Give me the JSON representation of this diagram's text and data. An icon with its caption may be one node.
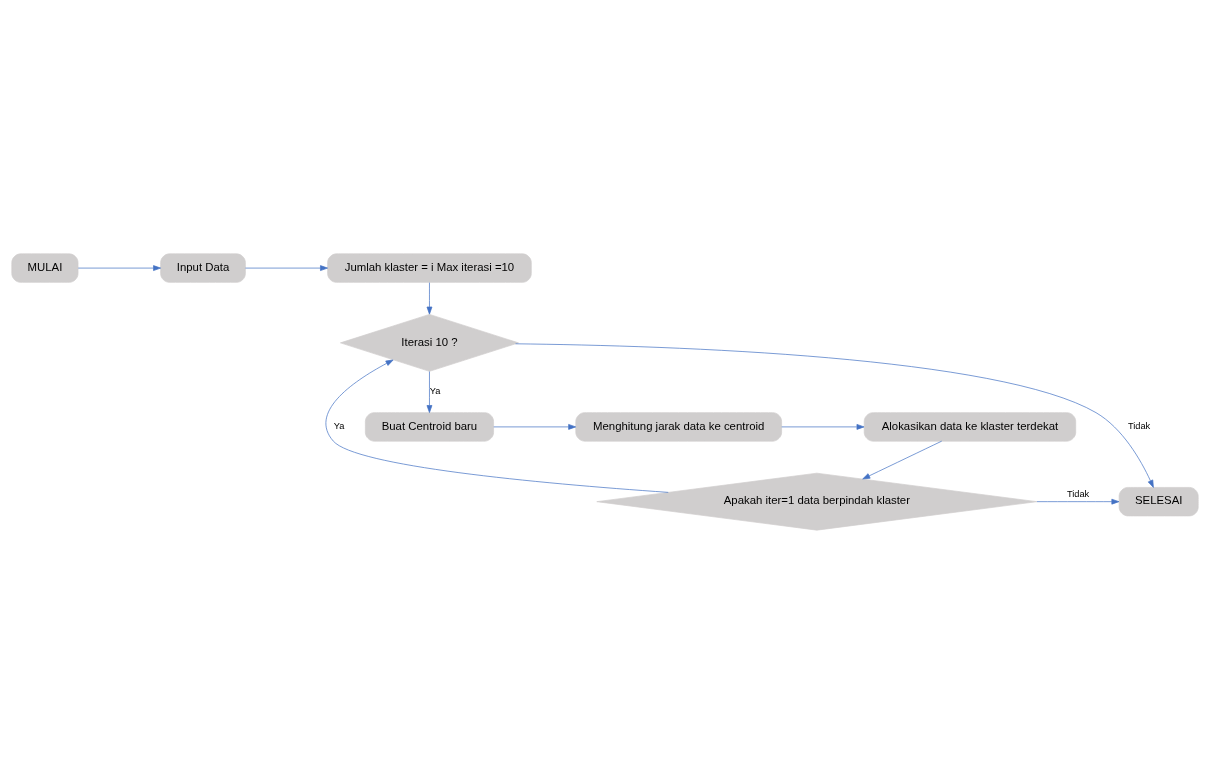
{
  "diagram": {
    "nodes": [
      {
        "text": [
          "MULAI"
        ]
      },
      {
        "text": [
          "Input Data"
        ]
      },
      {
        "text": [
          "Jumlah klaster = i Max iterasi =10"
        ]
      },
      {
        "text": [
          "Iterasi 10 ?"
        ]
      },
      {
        "text": [
          "Buat Centroid baru"
        ]
      },
      {
        "text": [
          "Menghitung jarak data ke centroid"
        ]
      },
      {
        "text": [
          "Alokasikan data ke klaster terdekat"
        ]
      },
      {
        "text": [
          "Apakah iter=1 data berpindah klaster"
        ]
      },
      {
        "text": [
          "SELESAI"
        ]
      }
    ],
    "edges": [
      {
        "from": 0,
        "to": 1,
        "arrow": "to"
      },
      {
        "from": 1,
        "to": 2,
        "arrow": "to"
      },
      {
        "from": 2,
        "to": 3,
        "arrow": "to"
      },
      {
        "from": 3,
        "to": 4,
        "arrow": "to",
        "label": "Ya"
      },
      {
        "from": 3,
        "to": 8,
        "arrow": "to",
        "label": "Tidak"
      },
      {
        "from": 4,
        "to": 5,
        "arrow": "to"
      },
      {
        "from": 5,
        "to": 6,
        "arrow": "to"
      },
      {
        "from": 6,
        "to": 7,
        "arrow": "to"
      },
      {
        "from": 7,
        "to": 8,
        "arrow": "to",
        "label": "Tidak"
      },
      {
        "from": 7,
        "to": 3,
        "arrow": "to",
        "label": "Ya"
      }
    ]
  }
}
